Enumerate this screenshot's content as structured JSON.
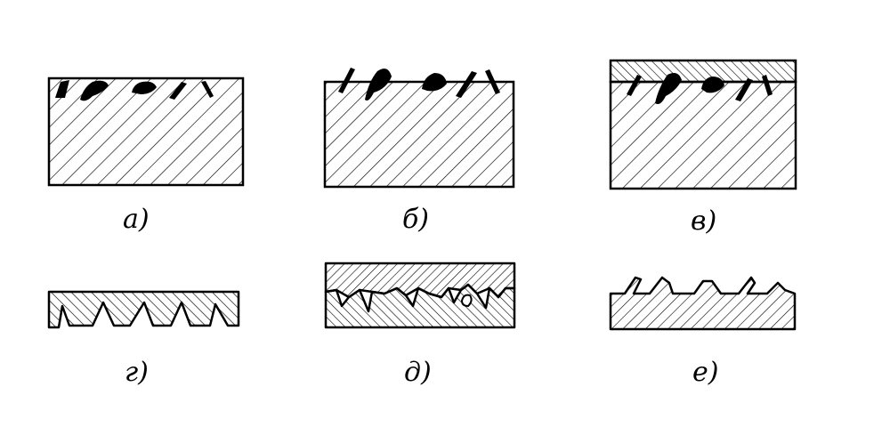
{
  "colors": {
    "ink": "#000000",
    "paper": "#ffffff"
  },
  "diagram": {
    "panels": [
      {
        "id": "a",
        "caption": "а)"
      },
      {
        "id": "b",
        "caption": "б)"
      },
      {
        "id": "v",
        "caption": "в)"
      },
      {
        "id": "g",
        "caption": "г)"
      },
      {
        "id": "d",
        "caption": "д)"
      },
      {
        "id": "e",
        "caption": "е)"
      }
    ]
  }
}
